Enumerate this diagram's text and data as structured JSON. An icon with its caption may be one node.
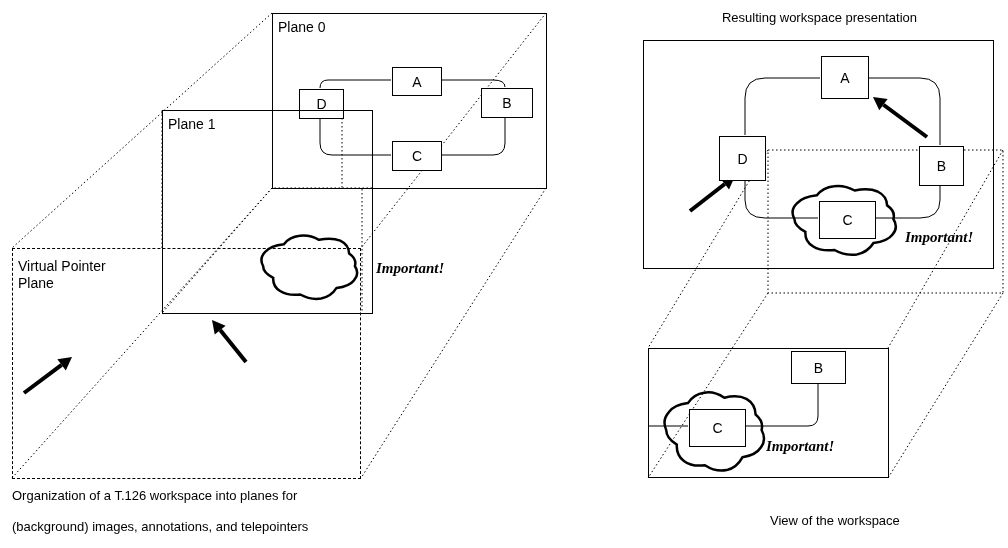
{
  "diagram": {
    "nodes": [
      {
        "text": [
          "Plane 0"
        ]
      },
      {
        "text": [
          "A"
        ],
        "in": 0
      },
      {
        "text": [
          "D"
        ],
        "in": 0
      },
      {
        "text": [
          "B"
        ],
        "in": 0
      },
      {
        "text": [
          "C"
        ],
        "in": 0
      },
      {
        "text": [
          "Plane 1"
        ]
      },
      {
        "text": [
          "Virtual Pointer Plane"
        ]
      },
      {
        "text": [],
        "shape": "cloud",
        "in": 5
      },
      {
        "text": [
          "Resulting workspace presentation"
        ]
      },
      {
        "text": [
          "A"
        ],
        "in": 8
      },
      {
        "text": [
          "D"
        ],
        "in": 8
      },
      {
        "text": [
          "B"
        ],
        "in": 8
      },
      {
        "text": [],
        "shape": "cloud",
        "in": 8,
        "beside": [
          "Important!"
        ]
      },
      {
        "text": [
          "C"
        ],
        "in": 12
      },
      {
        "text": [],
        "shape": "box"
      },
      {
        "text": [
          "B"
        ],
        "in": 14
      },
      {
        "text": [],
        "shape": "cloud",
        "in": 14,
        "beside": [
          "Important!"
        ]
      },
      {
        "text": [
          "C"
        ],
        "in": 16
      }
    ],
    "edges": [
      {
        "from": 1,
        "to": 3,
        "arrow": "none"
      },
      {
        "from": 3,
        "to": 4,
        "arrow": "none"
      },
      {
        "from": 4,
        "to": 2,
        "arrow": "none"
      },
      {
        "from": 2,
        "to": 1,
        "arrow": "none"
      },
      {
        "from": 9,
        "to": 11,
        "arrow": "none"
      },
      {
        "from": 11,
        "to": 13,
        "arrow": "none"
      },
      {
        "from": 13,
        "to": 10,
        "arrow": "none"
      },
      {
        "from": 10,
        "to": 9,
        "arrow": "none"
      },
      {
        "from": 17,
        "to": 15,
        "arrow": "none"
      },
      {
        "from": null,
        "to": 17,
        "arrow": "none"
      }
    ],
    "labels": [
      "Important!",
      "Organization of a T.126 workspace into planes for (background) images, annotations, and telepointers",
      "View of the workspace"
    ]
  }
}
